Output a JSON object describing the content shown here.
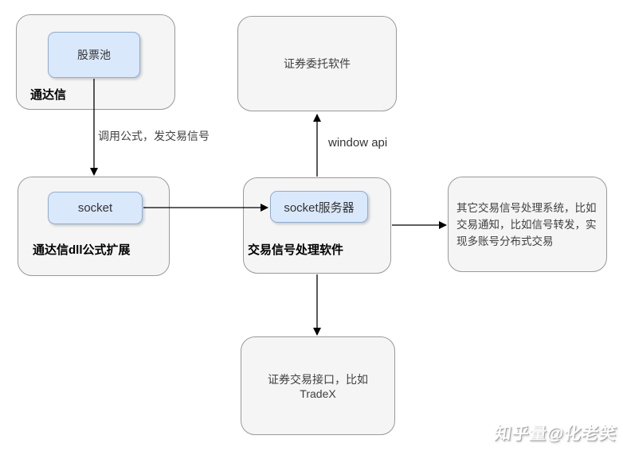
{
  "diagram": {
    "colors": {
      "background": "#ffffff",
      "container_fill": "#f5f5f5",
      "container_border": "#999999",
      "node_fill": "#dae8fc",
      "node_border": "#8fadd1",
      "arrow": "#000000",
      "title_text": "#000000",
      "body_text": "#404040"
    },
    "nodes": {
      "tdx": {
        "label": "通达信"
      },
      "stock_pool": {
        "label": "股票池"
      },
      "broker_software": {
        "label": "证券委托软件"
      },
      "tdx_dll": {
        "label": "通达信dll公式扩展"
      },
      "socket": {
        "label": "socket"
      },
      "signal_processor": {
        "label": "交易信号处理软件"
      },
      "socket_server": {
        "label": "socket服务器"
      },
      "other_systems": {
        "label": "其它交易信号处理系统，比如交易通知，比如信号转发，实现多账号分布式交易"
      },
      "trade_api": {
        "label": "证券交易接口，比如TradeX"
      }
    },
    "edges": {
      "call_formula": {
        "label": "调用公式，发交易信号"
      },
      "window_api": {
        "label": "window api"
      }
    },
    "watermark": {
      "text": "知乎量@化老笑"
    }
  }
}
